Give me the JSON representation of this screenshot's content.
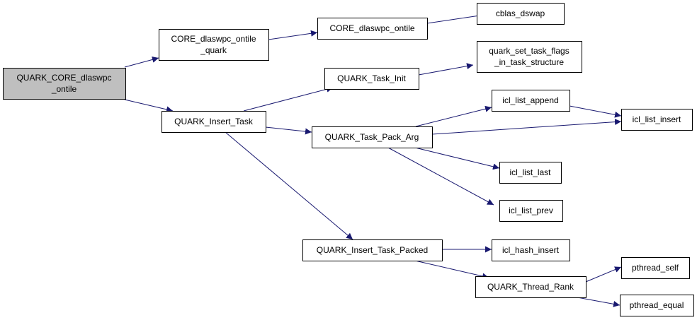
{
  "colors": {
    "edge": "#191970",
    "root_fill": "#bfbfbf",
    "node_fill": "#ffffff",
    "node_border": "#000000"
  },
  "nodes": [
    {
      "id": "n_root",
      "lines": [
        "QUARK_CORE_dlaswpc",
        "_ontile"
      ],
      "root": true
    },
    {
      "id": "n_core_quark",
      "lines": [
        "CORE_dlaswpc_ontile",
        "_quark"
      ]
    },
    {
      "id": "n_core_ontile",
      "lines": [
        "CORE_dlaswpc_ontile"
      ]
    },
    {
      "id": "n_cblas",
      "lines": [
        "cblas_dswap"
      ]
    },
    {
      "id": "n_task_flags",
      "lines": [
        "quark_set_task_flags",
        "_in_task_structure"
      ]
    },
    {
      "id": "n_task_init",
      "lines": [
        "QUARK_Task_Init"
      ]
    },
    {
      "id": "n_insert_task",
      "lines": [
        "QUARK_Insert_Task"
      ]
    },
    {
      "id": "n_pack_arg",
      "lines": [
        "QUARK_Task_Pack_Arg"
      ]
    },
    {
      "id": "n_list_append",
      "lines": [
        "icl_list_append"
      ]
    },
    {
      "id": "n_list_insert",
      "lines": [
        "icl_list_insert"
      ]
    },
    {
      "id": "n_list_last",
      "lines": [
        "icl_list_last"
      ]
    },
    {
      "id": "n_list_prev",
      "lines": [
        "icl_list_prev"
      ]
    },
    {
      "id": "n_task_packed",
      "lines": [
        "QUARK_Insert_Task_Packed"
      ]
    },
    {
      "id": "n_hash_insert",
      "lines": [
        "icl_hash_insert"
      ]
    },
    {
      "id": "n_thread_rank",
      "lines": [
        "QUARK_Thread_Rank"
      ]
    },
    {
      "id": "n_pthread_self",
      "lines": [
        "pthread_self"
      ]
    },
    {
      "id": "n_pthread_equal",
      "lines": [
        "pthread_equal"
      ]
    }
  ],
  "edges": [
    {
      "from": "n_root",
      "to": "n_core_quark"
    },
    {
      "from": "n_root",
      "to": "n_insert_task"
    },
    {
      "from": "n_core_quark",
      "to": "n_core_ontile"
    },
    {
      "from": "n_core_ontile",
      "to": "n_cblas"
    },
    {
      "from": "n_task_init",
      "to": "n_task_flags"
    },
    {
      "from": "n_insert_task",
      "to": "n_task_init"
    },
    {
      "from": "n_insert_task",
      "to": "n_pack_arg"
    },
    {
      "from": "n_insert_task",
      "to": "n_task_packed"
    },
    {
      "from": "n_pack_arg",
      "to": "n_list_append"
    },
    {
      "from": "n_pack_arg",
      "to": "n_list_insert"
    },
    {
      "from": "n_pack_arg",
      "to": "n_list_last"
    },
    {
      "from": "n_pack_arg",
      "to": "n_list_prev"
    },
    {
      "from": "n_list_append",
      "to": "n_list_insert"
    },
    {
      "from": "n_task_packed",
      "to": "n_hash_insert"
    },
    {
      "from": "n_task_packed",
      "to": "n_thread_rank"
    },
    {
      "from": "n_thread_rank",
      "to": "n_pthread_self"
    },
    {
      "from": "n_thread_rank",
      "to": "n_pthread_equal"
    }
  ]
}
